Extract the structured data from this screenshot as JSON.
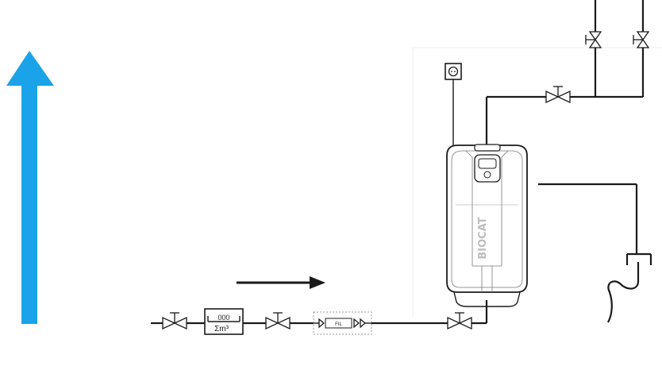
{
  "diagram": {
    "flow_direction_color": "#1aa3e8",
    "meter": {
      "reading": "000",
      "unit": "Σm³"
    },
    "filter": {
      "label": "FIL"
    },
    "unit": {
      "brand": "BIOCAT"
    }
  }
}
